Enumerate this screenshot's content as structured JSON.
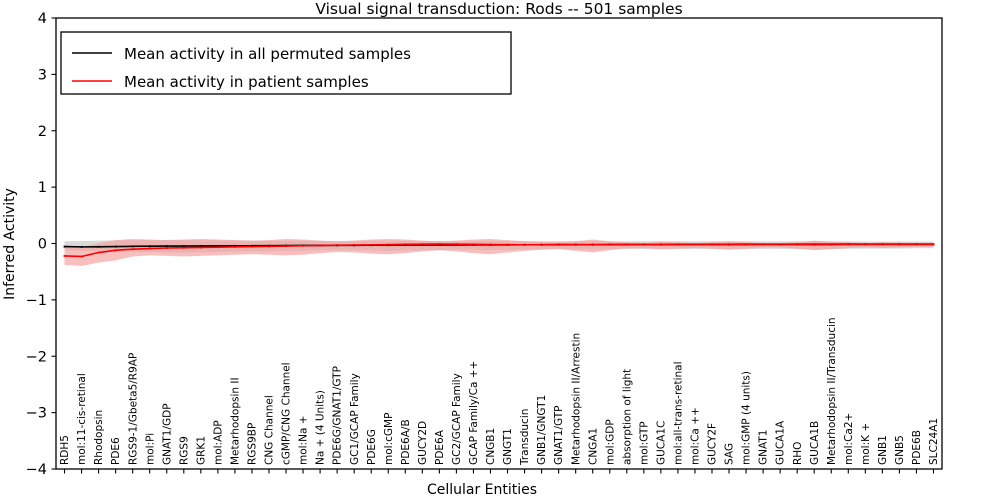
{
  "chart_data": {
    "type": "line",
    "title": "Visual signal transduction: Rods -- 501 samples",
    "xlabel": "Cellular Entities",
    "ylabel": "Inferred Activity",
    "ylim": [
      -4,
      4
    ],
    "yticks": [
      4,
      3,
      2,
      1,
      0,
      -1,
      -2,
      -3,
      -4
    ],
    "ytick_labels": [
      "4",
      "3",
      "2",
      "1",
      "0",
      "−1",
      "−2",
      "−3",
      "−4"
    ],
    "grid": false,
    "legend_position": "upper left",
    "legend": [
      {
        "label": "Mean activity in all permuted samples",
        "color": "#000000"
      },
      {
        "label": "Mean activity in patient samples",
        "color": "#ff0000"
      }
    ],
    "categories": [
      "RDH5",
      "mol:11-cis-retinal",
      "Rhodopsin",
      "PDE6",
      "RGS9-1/Gbeta5/R9AP",
      "mol:Pi",
      "GNAT1/GDP",
      "RGS9",
      "GRK1",
      "mol:ADP",
      "Metarhodopsin II",
      "RGS9BP",
      "CNG Channel",
      "cGMP/CNG Channel",
      "mol:Na +",
      "Na + (4 Units)",
      "PDE6G/GNAT1/GTP",
      "GC1/GCAP Family",
      "PDE6G",
      "mol:cGMP",
      "PDE6A/B",
      "GUCY2D",
      "PDE6A",
      "GC2/GCAP Family",
      "GCAP Family/Ca ++",
      "CNGB1",
      "GNGT1",
      "Transducin",
      "GNB1/GNGT1",
      "GNAT1/GTP",
      "Metarhodopsin II/Arrestin",
      "CNGA1",
      "mol:GDP",
      "absorption of light",
      "mol:GTP",
      "GUCA1C",
      "mol:all-trans-retinal",
      "mol:Ca ++",
      "GUCY2F",
      "SAG",
      "mol:GMP (4 units)",
      "GNAT1",
      "GUCA1A",
      "RHO",
      "GUCA1B",
      "Metarhodopsin II/Transducin",
      "mol:Ca2+",
      "mol:K +",
      "GNB1",
      "GNB5",
      "PDE6B",
      "SLC24A1"
    ],
    "series": [
      {
        "name": "Mean activity in all permuted samples",
        "color": "#000000",
        "band_color": "#cccccc",
        "values": [
          -0.055,
          -0.06,
          -0.058,
          -0.055,
          -0.05,
          -0.048,
          -0.046,
          -0.045,
          -0.044,
          -0.042,
          -0.04,
          -0.04,
          -0.038,
          -0.036,
          -0.035,
          -0.034,
          -0.033,
          -0.032,
          -0.03,
          -0.03,
          -0.028,
          -0.027,
          -0.026,
          -0.025,
          -0.024,
          -0.024,
          -0.023,
          -0.022,
          -0.022,
          -0.021,
          -0.02,
          -0.02,
          -0.019,
          -0.019,
          -0.018,
          -0.018,
          -0.017,
          -0.017,
          -0.016,
          -0.016,
          -0.015,
          -0.015,
          -0.015,
          -0.014,
          -0.014,
          -0.014,
          -0.013,
          -0.013,
          -0.013,
          -0.012,
          -0.012,
          -0.012
        ],
        "band_lower": [
          -0.12,
          -0.13,
          -0.13,
          -0.14,
          -0.15,
          -0.15,
          -0.16,
          -0.16,
          -0.155,
          -0.15,
          -0.145,
          -0.14,
          -0.14,
          -0.135,
          -0.13,
          -0.125,
          -0.12,
          -0.12,
          -0.125,
          -0.13,
          -0.125,
          -0.12,
          -0.115,
          -0.11,
          -0.115,
          -0.12,
          -0.115,
          -0.11,
          -0.105,
          -0.1,
          -0.105,
          -0.11,
          -0.1,
          -0.095,
          -0.1,
          -0.105,
          -0.1,
          -0.095,
          -0.1,
          -0.105,
          -0.1,
          -0.095,
          -0.095,
          -0.1,
          -0.105,
          -0.1,
          -0.095,
          -0.09,
          -0.09,
          -0.09,
          -0.085,
          -0.085
        ],
        "band_upper": [
          0.04,
          0.045,
          0.05,
          0.055,
          0.06,
          0.06,
          0.06,
          0.06,
          0.058,
          0.055,
          0.055,
          0.05,
          0.05,
          0.05,
          0.048,
          0.045,
          0.045,
          0.045,
          0.05,
          0.05,
          0.048,
          0.045,
          0.045,
          0.042,
          0.045,
          0.048,
          0.045,
          0.042,
          0.04,
          0.04,
          0.042,
          0.045,
          0.04,
          0.038,
          0.04,
          0.042,
          0.04,
          0.038,
          0.04,
          0.042,
          0.04,
          0.038,
          0.038,
          0.04,
          0.042,
          0.04,
          0.038,
          0.036,
          0.036,
          0.035,
          0.035,
          0.035
        ]
      },
      {
        "name": "Mean activity in patient samples",
        "color": "#ff0000",
        "band_color": "#f4a0a0",
        "values": [
          -0.22,
          -0.23,
          -0.16,
          -0.12,
          -0.1,
          -0.09,
          -0.08,
          -0.075,
          -0.07,
          -0.065,
          -0.06,
          -0.055,
          -0.05,
          -0.045,
          -0.04,
          -0.035,
          -0.03,
          -0.028,
          -0.025,
          -0.02,
          -0.015,
          -0.012,
          -0.01,
          -0.012,
          -0.015,
          -0.018,
          -0.02,
          -0.022,
          -0.02,
          -0.018,
          -0.02,
          -0.022,
          -0.02,
          -0.018,
          -0.02,
          -0.022,
          -0.02,
          -0.018,
          -0.02,
          -0.022,
          -0.02,
          -0.018,
          -0.018,
          -0.02,
          -0.022,
          -0.02,
          -0.018,
          -0.017,
          -0.017,
          -0.016,
          -0.016,
          -0.016
        ],
        "band_lower": [
          -0.38,
          -0.4,
          -0.34,
          -0.3,
          -0.23,
          -0.21,
          -0.22,
          -0.23,
          -0.22,
          -0.21,
          -0.2,
          -0.19,
          -0.2,
          -0.21,
          -0.2,
          -0.17,
          -0.15,
          -0.16,
          -0.18,
          -0.19,
          -0.17,
          -0.14,
          -0.12,
          -0.14,
          -0.17,
          -0.19,
          -0.16,
          -0.13,
          -0.11,
          -0.1,
          -0.13,
          -0.16,
          -0.12,
          -0.09,
          -0.08,
          -0.1,
          -0.09,
          -0.08,
          -0.09,
          -0.11,
          -0.09,
          -0.07,
          -0.07,
          -0.09,
          -0.12,
          -0.1,
          -0.08,
          -0.07,
          -0.08,
          -0.07,
          -0.06,
          -0.06
        ],
        "band_upper": [
          -0.07,
          -0.07,
          0.01,
          0.06,
          0.08,
          0.07,
          0.06,
          0.07,
          0.08,
          0.07,
          0.06,
          0.05,
          0.06,
          0.08,
          0.07,
          0.05,
          0.04,
          0.05,
          0.07,
          0.08,
          0.07,
          0.05,
          0.04,
          0.05,
          0.07,
          0.08,
          0.06,
          0.04,
          0.03,
          0.02,
          0.04,
          0.07,
          0.04,
          0.02,
          0.01,
          0.03,
          0.02,
          0.01,
          0.02,
          0.04,
          0.02,
          0.01,
          0.01,
          0.02,
          0.05,
          0.03,
          0.02,
          0.01,
          0.02,
          0.015,
          0.012,
          0.012
        ]
      }
    ]
  }
}
